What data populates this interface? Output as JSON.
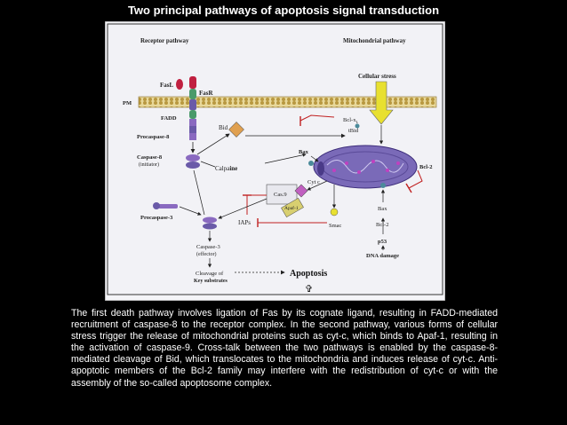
{
  "title": "Two principal pathways of apoptosis signal transduction",
  "figure": {
    "receptor_pathway": "Receptor pathway",
    "mitochondrial_pathway": "Mitochondrial pathway",
    "cellular_stress": "Cellular stress",
    "fasl": "FasL",
    "fasr": "FasR",
    "pm": "PM",
    "fadd": "FADD",
    "procaspase8": "Procaspase-8",
    "bid": "Bid",
    "tbid": "tBid",
    "bclxl_main": "Bcl-x",
    "bclxl_sub": "L",
    "caspase8": "Caspase-8",
    "initiator": "(initiator)",
    "bax_top": "Bax",
    "bcl2_right": "Bcl-2",
    "calpaine_a": "Calpa",
    "calpaine_b": "ine",
    "cytc": "Cyt c",
    "cas9": "Cas.9",
    "apaf1": "Apaf-1",
    "procaspase3": "Procaspase-3",
    "bax_lower": "Bax",
    "bcl2_lower": "Bcl-2",
    "iaps": "IAPs",
    "smac": "Smac",
    "p53": "p53",
    "dna_damage": "DNA damage",
    "caspase3": "Caspase-3",
    "effector": "(effector)",
    "cleavage": "Cleavage of",
    "key_substrates": "Key substrates",
    "apoptosis": "Apoptosis",
    "cross_symbol": "✞"
  },
  "caption": "The first death pathway involves ligation of Fas by its cognate ligand, resulting in FADD-mediated recruitment of caspase-8 to the receptor complex. In the second pathway, various forms of cellular stress trigger the release of mitochondrial proteins such as cyt-c, which binds to Apaf-1, resulting in the activation of caspase-9. Cross-talk between the two pathways is enabled by the caspase-8-mediated cleavage of Bid, which translocates to the mitochondria and induces release of cyt-c. Anti-apoptotic members of the Bcl-2 family may interfere with the redistribution of cyt-c or with the assembly of the so-called apoptosome complex.",
  "colors": {
    "background": "#000000",
    "figure_bg": "#f2f2f6",
    "membrane": "#c8b060",
    "mitochondrion": "#7a6ab8",
    "inhibit": "#c02020",
    "receptor": "#6a5aa8",
    "fasl": "#c02040",
    "cas9": "#c060c0",
    "apaf": "#d8cf70",
    "stress_arrow": "#e8e030"
  }
}
